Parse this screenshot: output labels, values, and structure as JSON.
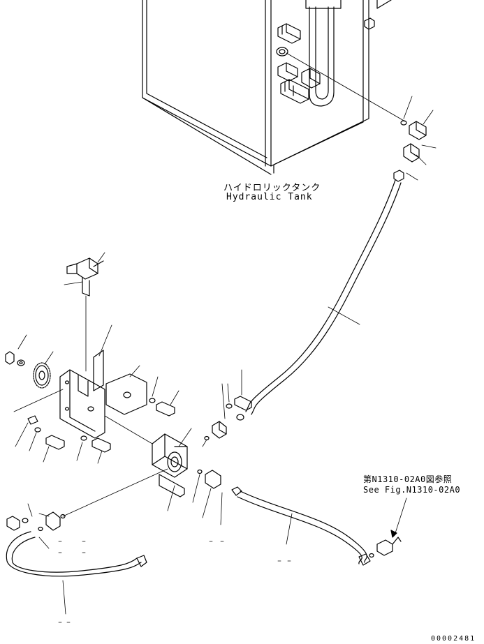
{
  "tank_label": {
    "japanese": "ハイドロリックタンク",
    "english": "Hydraulic Tank"
  },
  "reference_note": {
    "japanese": "第N1310-02A0図参照",
    "english": "See Fig.N1310-02A0"
  },
  "drawing_number": "00002481"
}
